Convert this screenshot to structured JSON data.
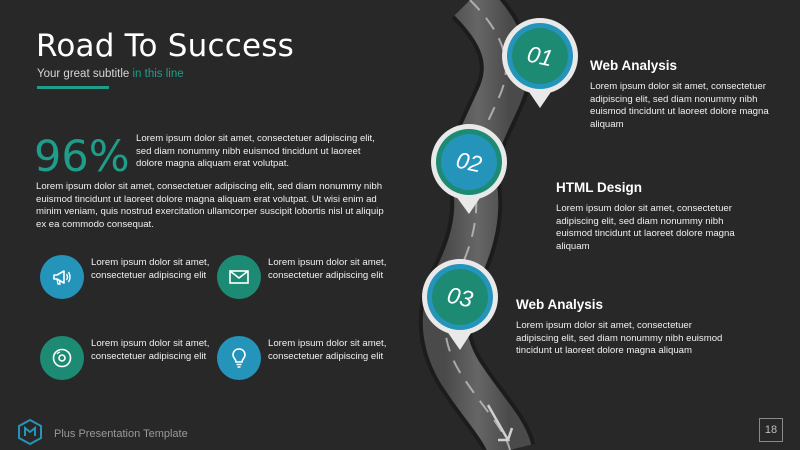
{
  "header": {
    "title": "Road To Success",
    "subtitle_main": "Your great subtitle ",
    "subtitle_accent": "in this line"
  },
  "stat": {
    "value": "96%",
    "description": "Lorem ipsum dolor sit amet, consectetuer adipiscing elit, sed diam nonummy nibh euismod tincidunt ut laoreet dolore magna aliquam erat volutpat."
  },
  "body_text": "Lorem ipsum dolor sit amet, consectetuer adipiscing elit, sed diam nonummy nibh euismod tincidunt ut laoreet dolore magna aliquam erat volutpat. Ut wisi enim ad minim veniam, quis nostrud exercitation ullamcorper suscipit lobortis nisl ut aliquip ex ea commodo consequat.",
  "features": [
    {
      "icon": "megaphone-icon",
      "color": "#2494bb",
      "text": "Lorem ipsum dolor sit amet, consectetuer adipiscing elit"
    },
    {
      "icon": "envelope-icon",
      "color": "#1d8b73",
      "text": "Lorem ipsum dolor sit amet, consectetuer adipiscing elit"
    },
    {
      "icon": "disc-icon",
      "color": "#1d8b73",
      "text": "Lorem ipsum dolor sit amet, consectetuer adipiscing elit"
    },
    {
      "icon": "lightbulb-icon",
      "color": "#2494bb",
      "text": "Lorem ipsum dolor sit amet, consectetuer adipiscing elit"
    }
  ],
  "steps": [
    {
      "number": "01",
      "title": "Web Analysis",
      "text": "Lorem ipsum dolor sit amet, consectetuer adipiscing elit, sed diam nonummy nibh euismod tincidunt ut laoreet dolore magna aliquam",
      "color": "#1d8b73"
    },
    {
      "number": "02",
      "title": "HTML Design",
      "text": "Lorem ipsum dolor sit amet, consectetuer adipiscing elit, sed diam nonummy nibh euismod tincidunt ut laoreet dolore magna aliquam",
      "color": "#2494bb"
    },
    {
      "number": "03",
      "title": "Web Analysis",
      "text": "Lorem ipsum dolor sit amet, consectetuer adipiscing elit, sed diam nonummy nibh euismod tincidunt ut laoreet dolore magna aliquam",
      "color": "#1d8b73"
    }
  ],
  "footer": {
    "brand": "Plus Presentation Template",
    "page_number": "18"
  },
  "colors": {
    "background": "#282828",
    "accent_green": "#1e9e8a",
    "accent_blue": "#2494bb",
    "road": "#5a5a5a"
  }
}
